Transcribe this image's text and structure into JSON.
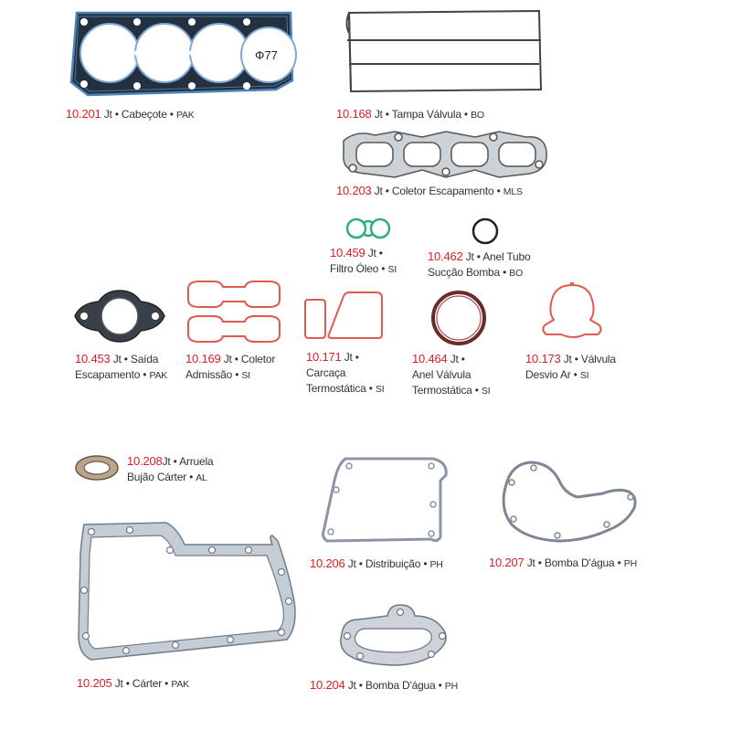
{
  "items": [
    {
      "code": "10.201",
      "line1": " Jt • Cabeçote •",
      "suffix": "PAK"
    },
    {
      "code": "10.168",
      "line1": " Jt • Tampa Válvula •",
      "suffix": "BO"
    },
    {
      "code": "10.203",
      "line1": " Jt • Coletor Escapamento •",
      "suffix": "MLS"
    },
    {
      "code": "10.459",
      "line1": " Jt •",
      "line2": "Filtro Óleo •",
      "suffix": "SI"
    },
    {
      "code": "10.462",
      "line1": " Jt • Anel Tubo",
      "line2": "Sucção Bomba •",
      "suffix": "BO"
    },
    {
      "code": "10.453",
      "line1": " Jt • Saída",
      "line2": "Escapamento •",
      "suffix": "PAK"
    },
    {
      "code": "10.169",
      "line1": " Jt • Coletor",
      "line2": "Admissão •",
      "suffix": "SI"
    },
    {
      "code": "10.171",
      "line1": " Jt •",
      "line2": "Carcaça",
      "line3": "Termostática •",
      "suffix": "SI"
    },
    {
      "code": "10.464",
      "line1": " Jt •",
      "line2": "Anel Válvula",
      "line3": "Termostática •",
      "suffix": "SI"
    },
    {
      "code": "10.173",
      "line1": " Jt • Válvula",
      "line2": "Desvio Ar •",
      "suffix": "SI"
    },
    {
      "code": "10.208",
      "line1": "Jt • Arruela",
      "line2": "Bujão Cárter •",
      "suffix": "AL"
    },
    {
      "code": "10.206",
      "line1": " Jt • Distribuição •",
      "suffix": "PH"
    },
    {
      "code": "10.207",
      "line1": " Jt • Bomba D'água •",
      "suffix": "PH"
    },
    {
      "code": "10.205",
      "line1": " Jt • Cárter •",
      "suffix": "PAK"
    },
    {
      "code": "10.204",
      "line1": " Jt • Bomba D'água •",
      "suffix": "PH"
    }
  ],
  "head_gasket_bore_label": "Φ77",
  "colors": {
    "code_red": "#d8202a",
    "silicone_red": "#e05a4f",
    "silicone_green": "#2fae7c",
    "mls_dark": "#1f2f45",
    "paper_gray": "#8a96a3"
  }
}
